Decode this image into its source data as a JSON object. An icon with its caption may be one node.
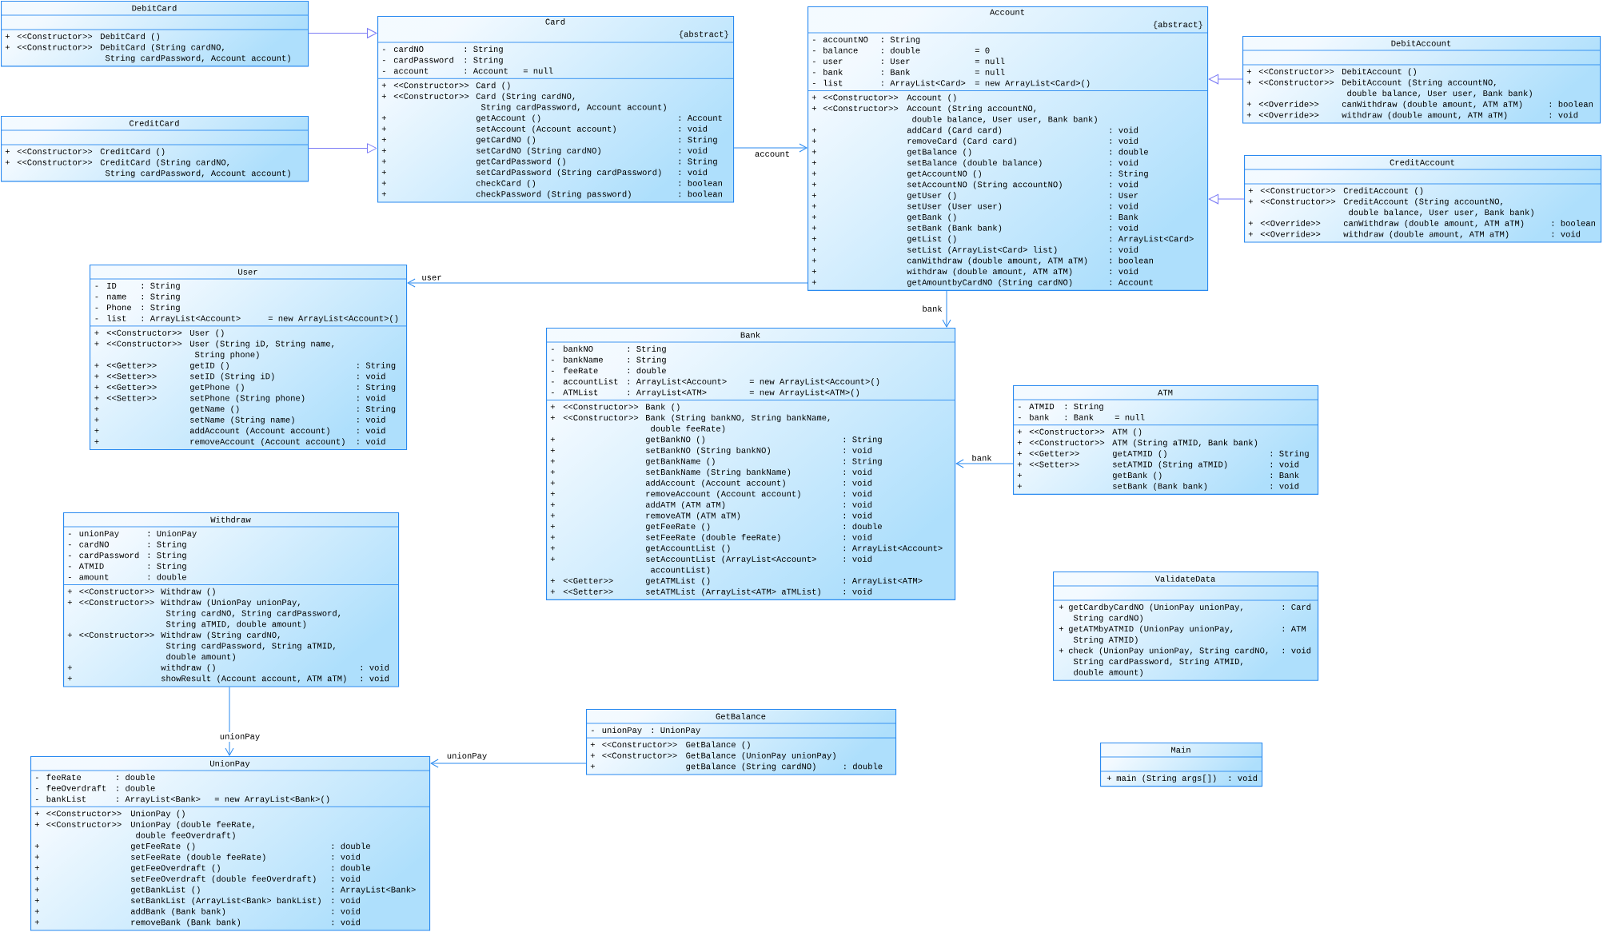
{
  "diagram": {
    "nodes": [
      {
        "text": [
          "DebitCard",
          "+",
          "<<Constructor>>",
          "DebitCard ()",
          "+",
          "<<Constructor>>",
          "DebitCard (String cardNO, String cardPassword, Account account)"
        ]
      },
      {
        "text": [
          "CreditCard",
          "+",
          "<<Constructor>>",
          "CreditCard ()",
          "+",
          "<<Constructor>>",
          "CreditCard (String cardNO, String cardPassword, Account account)"
        ]
      },
      {
        "text": [
          "Card",
          "{abstract}",
          "-",
          "cardNO",
          ": String",
          "-",
          "cardPassword",
          ": String",
          "-",
          "account",
          ": Account",
          "= null",
          "+",
          "<<Constructor>>",
          "Card ()",
          "+",
          "<<Constructor>>",
          "Card (String cardNO, String cardPassword, Account account)",
          "+",
          "getAccount ()",
          ": Account",
          "+",
          "setAccount (Account account)",
          ": void",
          "+",
          "getCardNO ()",
          ": String",
          "+",
          "setCardNO (String cardNO)",
          ": void",
          "+",
          "getCardPassword ()",
          ": String",
          "+",
          "setCardPassword (String cardPassword)",
          ": void",
          "+",
          "checkCard ()",
          ": boolean",
          "+",
          "checkPassword (String password)",
          ": boolean"
        ]
      },
      {
        "text": [
          "Account",
          "{abstract}",
          "-",
          "accountNO",
          ": String",
          "-",
          "balance",
          ": double",
          "= 0",
          "-",
          "user",
          ": User",
          "= null",
          "-",
          "bank",
          ": Bank",
          "= null",
          "-",
          "list",
          ": ArrayList<Card>",
          "= new ArrayList<Card>()",
          "+",
          "<<Constructor>>",
          "Account ()",
          "+",
          "<<Constructor>>",
          "Account (String accountNO, double balance, User user, Bank bank)",
          "+",
          "addCard (Card card)",
          ": void",
          "+",
          "removeCard (Card card)",
          ": void",
          "+",
          "getBalance ()",
          ": double",
          "+",
          "setBalance (double balance)",
          ": void",
          "+",
          "getAccountNO ()",
          ": String",
          "+",
          "setAccountNO (String accountNO)",
          ": void",
          "+",
          "getUser ()",
          ": User",
          "+",
          "setUser (User user)",
          ": void",
          "+",
          "getBank ()",
          ": Bank",
          "+",
          "setBank (Bank bank)",
          ": void",
          "+",
          "getList ()",
          ": ArrayList<Card>",
          "+",
          "setList (ArrayList<Card> list)",
          ": void",
          "+",
          "canWithdraw (double amount, ATM aTM)",
          ": boolean",
          "+",
          "withdraw (double amount, ATM aTM)",
          ": void",
          "+",
          "getAmountbyCardNO (String cardNO)",
          ": Account"
        ]
      },
      {
        "text": [
          "DebitAccount",
          "+",
          "<<Constructor>>",
          "DebitAccount ()",
          "+",
          "<<Constructor>>",
          "DebitAccount (String accountNO, double balance, User user, Bank bank)",
          "+",
          "<<Override>>",
          "canWithdraw (double amount, ATM aTM)",
          ": boolean",
          "+",
          "<<Override>>",
          "withdraw (double amount, ATM aTM)",
          ": void"
        ]
      },
      {
        "text": [
          "CreditAccount",
          "+",
          "<<Constructor>>",
          "CreditAccount ()",
          "+",
          "<<Constructor>>",
          "CreditAccount (String accountNO, double balance, User user, Bank bank)",
          "+",
          "<<Override>>",
          "canWithdraw (double amount, ATM aTM)",
          ": boolean",
          "+",
          "<<Override>>",
          "withdraw (double amount, ATM aTM)",
          ": void"
        ]
      },
      {
        "text": [
          "User",
          "-",
          "ID",
          ": String",
          "-",
          "name",
          ": String",
          "-",
          "Phone",
          ": String",
          "-",
          "list",
          ": ArrayList<Account>",
          "= new ArrayList<Account>()",
          "+",
          "<<Constructor>>",
          "User ()",
          "+",
          "<<Constructor>>",
          "User (String iD, String name, String phone)",
          "+",
          "<<Getter>>",
          "getID ()",
          ": String",
          "+",
          "<<Setter>>",
          "setID (String iD)",
          ": void",
          "+",
          "<<Getter>>",
          "getPhone ()",
          ": String",
          "+",
          "<<Setter>>",
          "setPhone (String phone)",
          ": void",
          "+",
          "getName ()",
          ": String",
          "+",
          "setName (String name)",
          ": void",
          "+",
          "addAccount (Account account)",
          ": void",
          "+",
          "removeAccount (Account account)",
          ": void"
        ]
      },
      {
        "text": [
          "Bank",
          "-",
          "bankNO",
          ": String",
          "-",
          "bankName",
          ": String",
          "-",
          "feeRate",
          ": double",
          "-",
          "accountList",
          ": ArrayList<Account>",
          "= new ArrayList<Account>()",
          "-",
          "ATMList",
          ": ArrayList<ATM>",
          "= new ArrayList<ATM>()",
          "+",
          "<<Constructor>>",
          "Bank ()",
          "+",
          "<<Constructor>>",
          "Bank (String bankNO, String bankName, double feeRate)",
          "+",
          "getBankNO ()",
          ": String",
          "+",
          "setBankNO (String bankNO)",
          ": void",
          "+",
          "getBankName ()",
          ": String",
          "+",
          "setBankName (String bankName)",
          ": void",
          "+",
          "addAccount (Account account)",
          ": void",
          "+",
          "removeAccount (Account account)",
          ": void",
          "+",
          "addATM (ATM aTM)",
          ": void",
          "+",
          "removeATM (ATM aTM)",
          ": void",
          "+",
          "getFeeRate ()",
          ": double",
          "+",
          "setFeeRate (double feeRate)",
          ": void",
          "+",
          "getAccountList ()",
          ": ArrayList<Account>",
          "+",
          "setAccountList (ArrayList<Account> accountList)",
          ": void",
          "+",
          "<<Getter>>",
          "getATMList ()",
          ": ArrayList<ATM>",
          "+",
          "<<Setter>>",
          "setATMList (ArrayList<ATM> aTMList)",
          ": void"
        ]
      },
      {
        "text": [
          "ATM",
          "-",
          "ATMID",
          ": String",
          "-",
          "bank",
          ": Bank",
          "= null",
          "+",
          "<<Constructor>>",
          "ATM ()",
          "+",
          "<<Constructor>>",
          "ATM (String aTMID, Bank bank)",
          "+",
          "<<Getter>>",
          "getATMID ()",
          ": String",
          "+",
          "<<Setter>>",
          "setATMID (String aTMID)",
          ": void",
          "+",
          "getBank ()",
          ": Bank",
          "+",
          "setBank (Bank bank)",
          ": void"
        ]
      },
      {
        "text": [
          "Withdraw",
          "-",
          "unionPay",
          ": UnionPay",
          "-",
          "cardNO",
          ": String",
          "-",
          "cardPassword",
          ": String",
          "-",
          "ATMID",
          ": String",
          "-",
          "amount",
          ": double",
          "+",
          "<<Constructor>>",
          "Withdraw ()",
          "+",
          "<<Constructor>>",
          "Withdraw (UnionPay unionPay, String cardNO, String cardPassword, String aTMID, double amount)",
          "+",
          "<<Constructor>>",
          "Withdraw (String cardNO, String cardPassword, String aTMID, double amount)",
          "+",
          "withdraw ()",
          ": void",
          "+",
          "showResult (Account account, ATM aTM)",
          ": void"
        ]
      },
      {
        "text": [
          "ValidateData",
          "+",
          "getCardbyCardNO (UnionPay unionPay, String cardNO)",
          ": Card",
          "+",
          "getATMbyATMID (UnionPay unionPay, String ATMID)",
          ": ATM",
          "+",
          "check (UnionPay unionPay, String cardNO, String cardPassword, String ATMID, double amount)",
          ": void"
        ]
      },
      {
        "text": [
          "GetBalance",
          "-",
          "unionPay",
          ": UnionPay",
          "+",
          "<<Constructor>>",
          "GetBalance ()",
          "+",
          "<<Constructor>>",
          "GetBalance (UnionPay unionPay)",
          "+",
          "getBalance (String cardNO)",
          ": double"
        ]
      },
      {
        "text": [
          "UnionPay",
          "-",
          "feeRate",
          ": double",
          "-",
          "feeOverdraft",
          ": double",
          "-",
          "bankList",
          ": ArrayList<Bank>",
          "= new ArrayList<Bank>()",
          "+",
          "<<Constructor>>",
          "UnionPay ()",
          "+",
          "<<Constructor>>",
          "UnionPay (double feeRate, double feeOverdraft)",
          "+",
          "getFeeRate ()",
          ": double",
          "+",
          "setFeeRate (double feeRate)",
          ": void",
          "+",
          "getFeeOverdraft ()",
          ": double",
          "+",
          "setFeeOverdraft (double feeOverdraft)",
          ": void",
          "+",
          "getBankList ()",
          ": ArrayList<Bank>",
          "+",
          "setBankList (ArrayList<Bank> bankList)",
          ": void",
          "+",
          "addBank (Bank bank)",
          ": void",
          "+",
          "removeBank (Bank bank)",
          ": void"
        ]
      },
      {
        "text": [
          "Main",
          "+",
          "main (String args[])",
          ": void"
        ]
      }
    ],
    "edges": [
      {
        "from": 0,
        "to": 2,
        "arrow": "to",
        "color": "#7b7bf5"
      },
      {
        "from": 1,
        "to": 2,
        "arrow": "to",
        "color": "#7b7bf5"
      },
      {
        "from": 2,
        "to": 3,
        "arrow": "to",
        "label": "account"
      },
      {
        "from": 4,
        "to": 3,
        "arrow": "to",
        "color": "#7b7bf5"
      },
      {
        "from": 5,
        "to": 3,
        "arrow": "to",
        "color": "#7b7bf5"
      },
      {
        "from": 3,
        "to": 6,
        "arrow": "to",
        "label": "user"
      },
      {
        "from": 3,
        "to": 7,
        "arrow": "to",
        "label": "bank"
      },
      {
        "from": 8,
        "to": 7,
        "arrow": "to",
        "label": "bank"
      },
      {
        "from": 9,
        "to": 12,
        "arrow": "to",
        "label": "unionPay"
      },
      {
        "from": 11,
        "to": 12,
        "arrow": "to",
        "label": "unionPay"
      }
    ]
  }
}
